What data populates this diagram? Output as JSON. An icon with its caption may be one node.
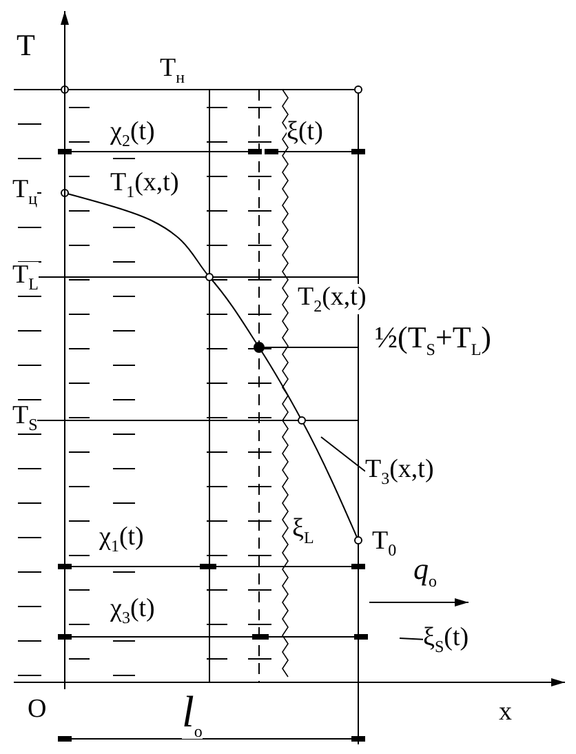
{
  "diagram": {
    "nodes": [
      {
        "text": [
          "T$_{3}$(x,t)"
        ]
      },
      {
        "text": [
          "ξ$_{S}$(t)"
        ]
      }
    ],
    "edges": [
      {
        "from": 0,
        "to": null,
        "arrow": "none"
      },
      {
        "from": 1,
        "to": null,
        "arrow": "none"
      }
    ],
    "labels": [
      "T",
      "T$_{н}$",
      "χ$_{2}$(t)",
      "ξ(t)",
      "T$_{ц}$",
      "T$_{1}$(x,t)",
      "T$_{L}$",
      "T$_{2}$(x,t)",
      "½(T$_{S}$+T$_{L}$)",
      "T$_{S}$",
      "ξ$_{L}$",
      "T$_{0}$",
      "χ$_{1}$(t)",
      "*q*$_{o}$",
      "χ$_{3}$(t)",
      "O",
      "*l*$_{o}$",
      "x"
    ]
  }
}
